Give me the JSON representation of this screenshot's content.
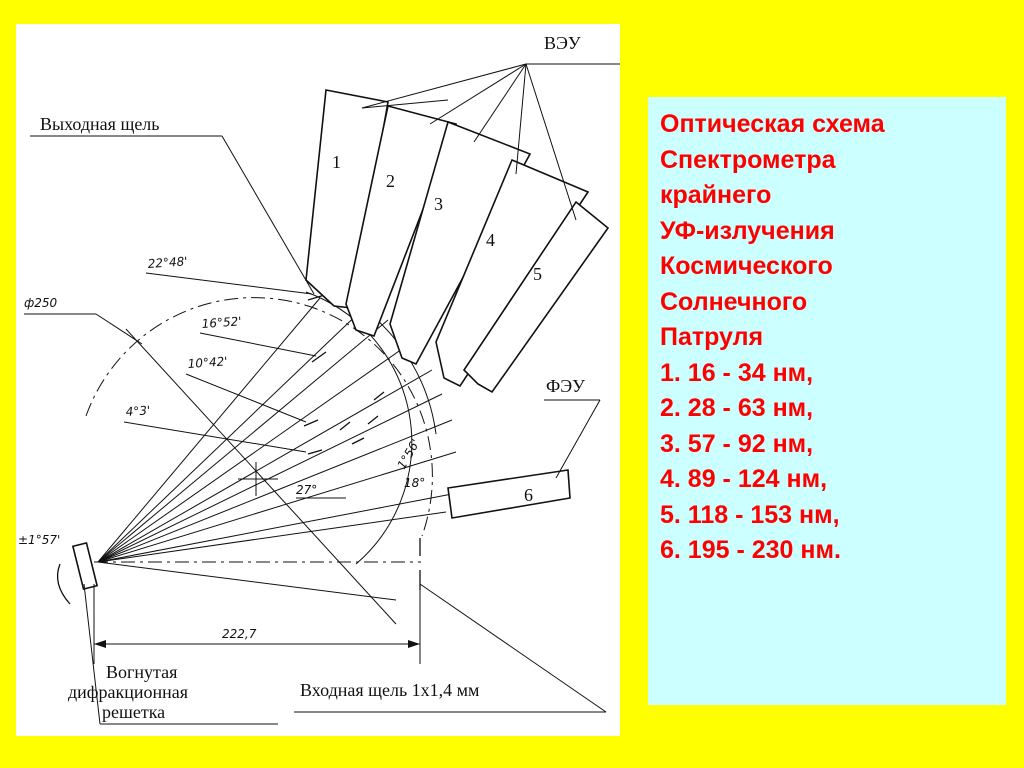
{
  "diagram": {
    "labels": {
      "veu": "ВЭУ",
      "exit_slit": "Выходная щель",
      "feu": "ФЭУ",
      "grating": "Вогнутая дифракционная решетка",
      "entrance_slit": "Входная щель 1x1,4 мм",
      "diameter": "ф250",
      "distance": "222,7",
      "grating_angle": "±1°57'"
    },
    "blocks": [
      "1",
      "2",
      "3",
      "4",
      "5",
      "6"
    ],
    "angles": {
      "a1": "22°48'",
      "a2": "16°52'",
      "a3": "10°42'",
      "a4": "4°3'",
      "a5": "1°56'",
      "a6": "27°",
      "a7": "18°"
    }
  },
  "info": {
    "title_lines": [
      "Оптическая схема",
      "Спектрометра",
      "крайнего",
      "УФ-излучения",
      "Космического",
      "Солнечного",
      "Патруля"
    ],
    "ranges": [
      "1. 16 - 34 нм,",
      "2. 28 - 63 нм,",
      "3. 57 - 92 нм,",
      "4. 89 - 124 нм,",
      "5. 118 - 153 нм,",
      "6. 195 - 230 нм."
    ]
  },
  "colors": {
    "background": "#ffff00",
    "panel": "#ccffff",
    "text": "#ff0000"
  }
}
